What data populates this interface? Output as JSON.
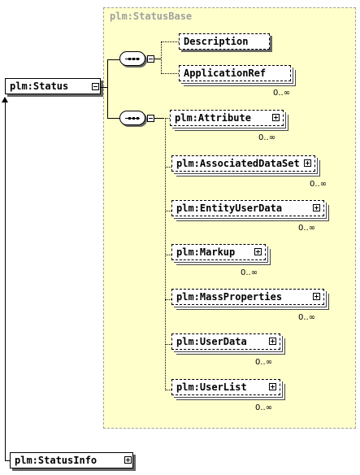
{
  "base_type": {
    "label": "plm:StatusBase"
  },
  "root": {
    "label": "plm:Status"
  },
  "status_info": {
    "label": "plm:StatusInfo"
  },
  "first_sequence": [
    {
      "label": "Description",
      "cardinality": ""
    },
    {
      "label": "ApplicationRef",
      "cardinality": "0..∞"
    }
  ],
  "second_sequence": [
    {
      "label": "plm:Attribute",
      "cardinality": "0..∞"
    },
    {
      "label": "plm:AssociatedDataSet",
      "cardinality": "0..∞"
    },
    {
      "label": "plm:EntityUserData",
      "cardinality": "0..∞"
    },
    {
      "label": "plm:Markup",
      "cardinality": "0..∞"
    },
    {
      "label": "plm:MassProperties",
      "cardinality": "0..∞"
    },
    {
      "label": "plm:UserData",
      "cardinality": "0..∞"
    },
    {
      "label": "plm:UserList",
      "cardinality": "0..∞"
    }
  ]
}
